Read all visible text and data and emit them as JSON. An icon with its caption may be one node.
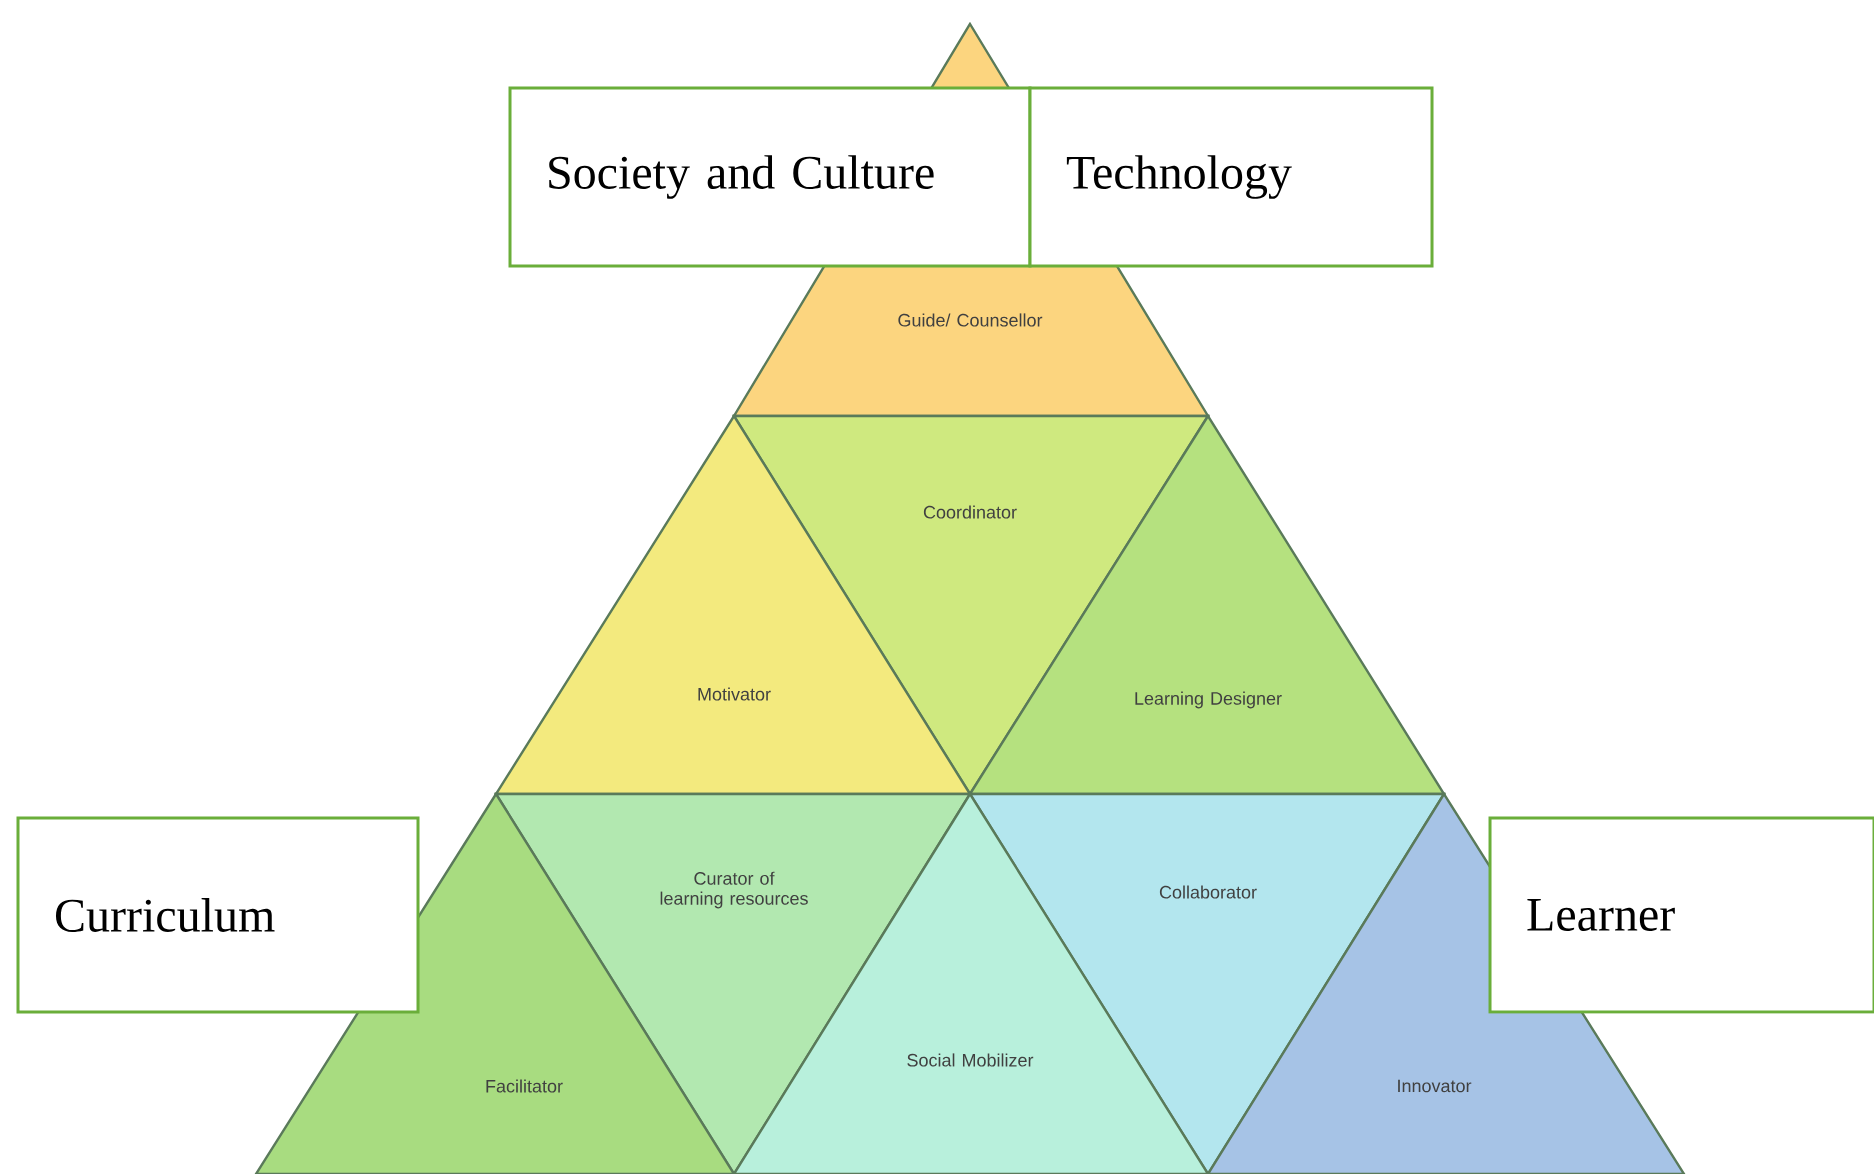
{
  "diagram": {
    "nodes": [
      {
        "text": [
          "Society and Culture"
        ]
      },
      {
        "text": [
          "Technology"
        ]
      },
      {
        "text": [
          "Guide/ Counsellor"
        ]
      },
      {
        "text": [
          "Coordinator"
        ]
      },
      {
        "text": [
          "Motivator"
        ]
      },
      {
        "text": [
          "Learning Designer"
        ]
      },
      {
        "text": [
          "Curriculum"
        ]
      },
      {
        "text": [
          "Curator of learning resources"
        ]
      },
      {
        "text": [
          "Collaborator"
        ]
      },
      {
        "text": [
          "Learner"
        ]
      },
      {
        "text": [
          "Facilitator"
        ]
      },
      {
        "text": [
          "Social Mobilizer"
        ]
      },
      {
        "text": [
          "Innovator"
        ]
      }
    ]
  }
}
